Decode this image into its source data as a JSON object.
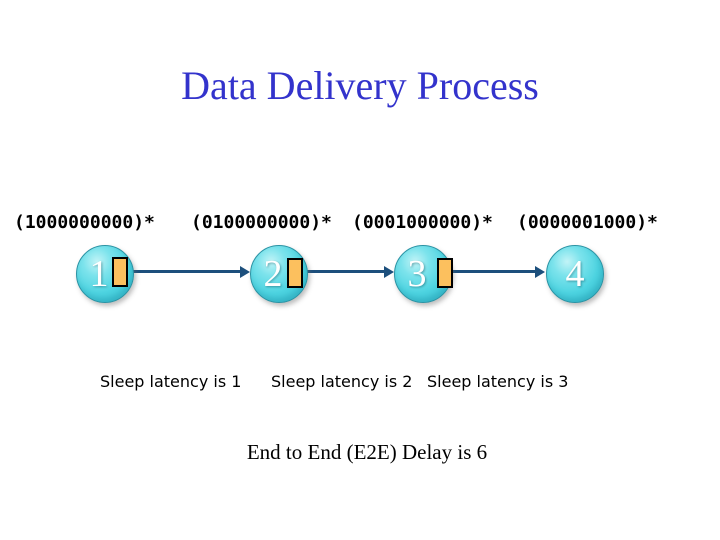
{
  "slide": {
    "title": "Data Delivery Process",
    "footer": "End to End (E2E) Delay is 6"
  },
  "colors": {
    "title_text": "#3333cc",
    "node_fill": "#4ed4e1",
    "node_border": "#2b93a4",
    "node_number_text": "#ffffff",
    "buffer_fill": "#fcc05e",
    "buffer_border": "#000000",
    "arrow": "#1c4f7c",
    "label_text": "#000000",
    "background": "#ffffff"
  },
  "nodes": [
    {
      "number": "1",
      "sequence": "(1000000000)*",
      "has_buffer": true
    },
    {
      "number": "2",
      "sequence": "(0100000000)*",
      "has_buffer": true
    },
    {
      "number": "3",
      "sequence": "(0001000000)*",
      "has_buffer": true
    },
    {
      "number": "4",
      "sequence": "(0000001000)*",
      "has_buffer": false
    }
  ],
  "latency_labels": [
    {
      "text": "Sleep latency is 1"
    },
    {
      "text": "Sleep latency is 2"
    },
    {
      "text": "Sleep latency is 3"
    }
  ]
}
